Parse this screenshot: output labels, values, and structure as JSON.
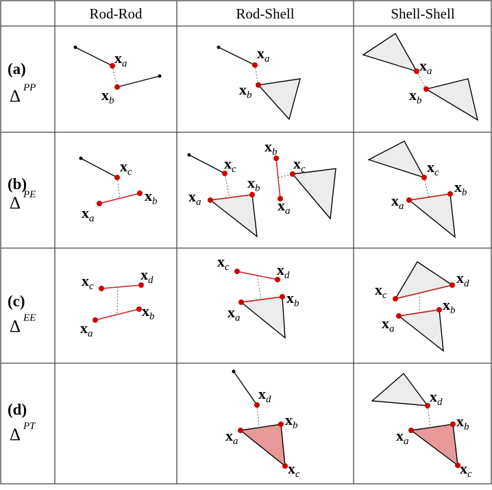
{
  "columns": [
    "Rod-Rod",
    "Rod-Shell",
    "Shell-Shell"
  ],
  "rows": [
    {
      "id": "(a)",
      "delta": "Δ",
      "sup": "PP"
    },
    {
      "id": "(b)",
      "delta": "Δ",
      "sup": "PE"
    },
    {
      "id": "(c)",
      "delta": "Δ",
      "sup": "EE"
    },
    {
      "id": "(d)",
      "delta": "Δ",
      "sup": "PT"
    }
  ],
  "vertex_symbol": "x",
  "subscripts": {
    "a": "a",
    "b": "b",
    "c": "c",
    "d": "d"
  },
  "colors": {
    "red": "#cc0000",
    "triangle_gray": "#ececec",
    "triangle_red": "#e89a9a"
  }
}
